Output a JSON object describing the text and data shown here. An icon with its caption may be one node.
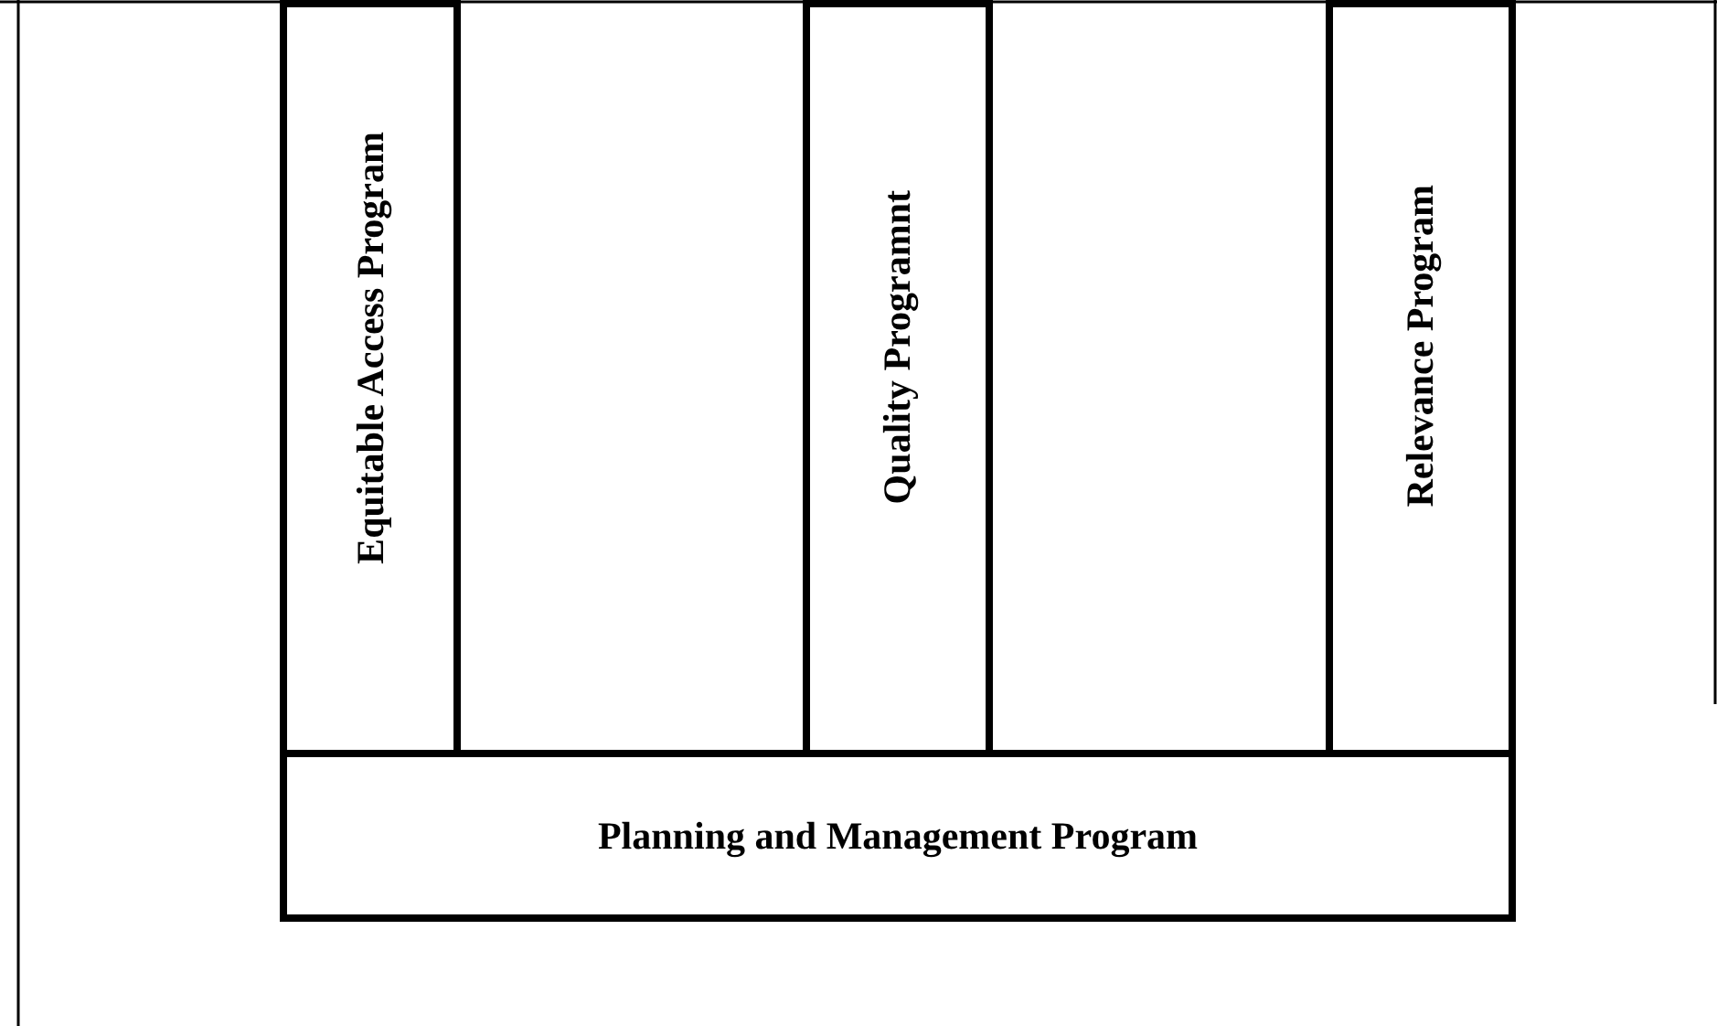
{
  "diagram": {
    "nodes": [
      {
        "text": [
          "Equitable Access Program"
        ]
      },
      {
        "text": [
          "Quality Programnt"
        ]
      },
      {
        "text": [
          "Relevance Program"
        ]
      },
      {
        "text": [
          "Planning and Management Program"
        ]
      }
    ]
  }
}
